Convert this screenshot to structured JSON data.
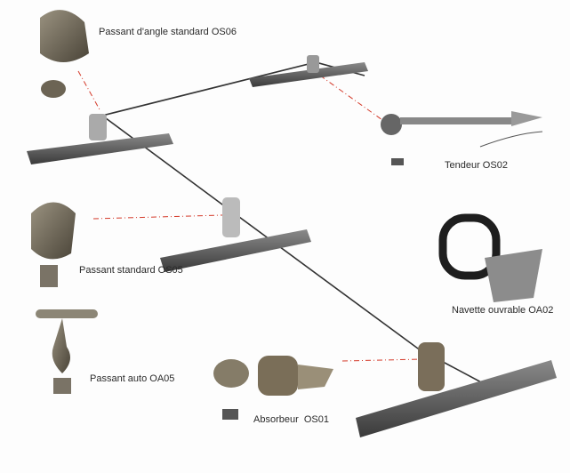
{
  "labels": {
    "passant_angle": "Passant d'angle standard OS06",
    "tendeur": "Tendeur OS02",
    "passant_standard": "Passant standard OS05",
    "navette": "Navette ouvrable OA02",
    "passant_auto": "Passant auto OA05",
    "absorbeur": "Absorbeur  OS01"
  },
  "colors": {
    "leader": "#d43a2a",
    "cable": "#333333",
    "metal": "#6b6b6b"
  }
}
